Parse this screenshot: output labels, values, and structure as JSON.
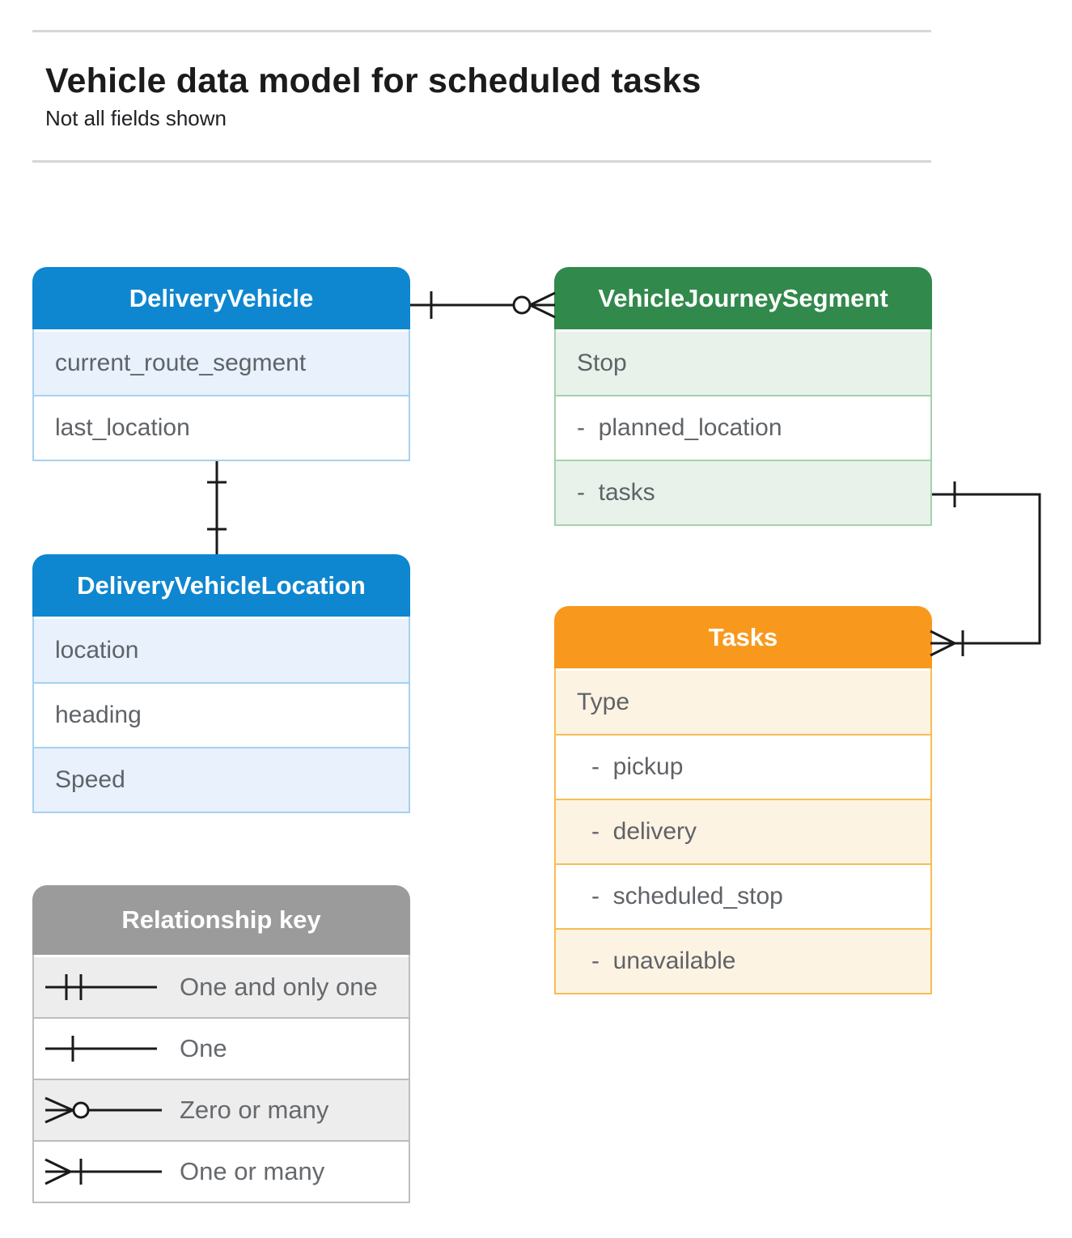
{
  "page": {
    "title": "Vehicle data model for scheduled tasks",
    "subtitle": "Not all fields shown"
  },
  "entities": {
    "delivery_vehicle": {
      "title": "DeliveryVehicle",
      "rows": [
        "current_route_segment",
        "last_location"
      ]
    },
    "vehicle_journey_segment": {
      "title": "VehicleJourneySegment",
      "rows": [
        "Stop",
        "-  planned_location",
        "-  tasks"
      ]
    },
    "delivery_vehicle_location": {
      "title": "DeliveryVehicleLocation",
      "rows": [
        "location",
        "heading",
        "Speed"
      ]
    },
    "tasks": {
      "title": "Tasks",
      "rows": [
        "Type",
        "-  pickup",
        "-  delivery",
        "-  scheduled_stop",
        "-  unavailable"
      ]
    }
  },
  "relationships": [
    {
      "from": "DeliveryVehicle",
      "from_cardinality": "one",
      "to": "VehicleJourneySegment",
      "to_cardinality": "zero-or-many"
    },
    {
      "from": "DeliveryVehicle",
      "from_cardinality": "one",
      "to": "DeliveryVehicleLocation",
      "to_cardinality": "one"
    },
    {
      "from": "VehicleJourneySegment.tasks",
      "from_cardinality": "one",
      "to": "Tasks",
      "to_cardinality": "one-or-many"
    }
  ],
  "legend": {
    "title": "Relationship key",
    "items": [
      {
        "symbol": "one-and-only-one",
        "label": "One and only one"
      },
      {
        "symbol": "one",
        "label": "One"
      },
      {
        "symbol": "zero-or-many",
        "label": "Zero or many"
      },
      {
        "symbol": "one-or-many",
        "label": "One or many"
      }
    ]
  },
  "colors": {
    "blue_header": "#0e87d0",
    "blue_row_tint": "#e8f1fc",
    "blue_border": "#a6d1f2",
    "green_header": "#31894b",
    "green_row_tint": "#e9f2ea",
    "green_border": "#a3d1ab",
    "orange_header": "#f8991d",
    "orange_row_tint": "#fdf3e2",
    "orange_border": "#f7bd53",
    "gray_header": "#9b9b9b",
    "gray_row_tint": "#ededed",
    "gray_border": "#bdbdbd",
    "connector_line": "#1a1a1a",
    "row_text": "#5f6368",
    "divider": "#d6d6d6"
  }
}
